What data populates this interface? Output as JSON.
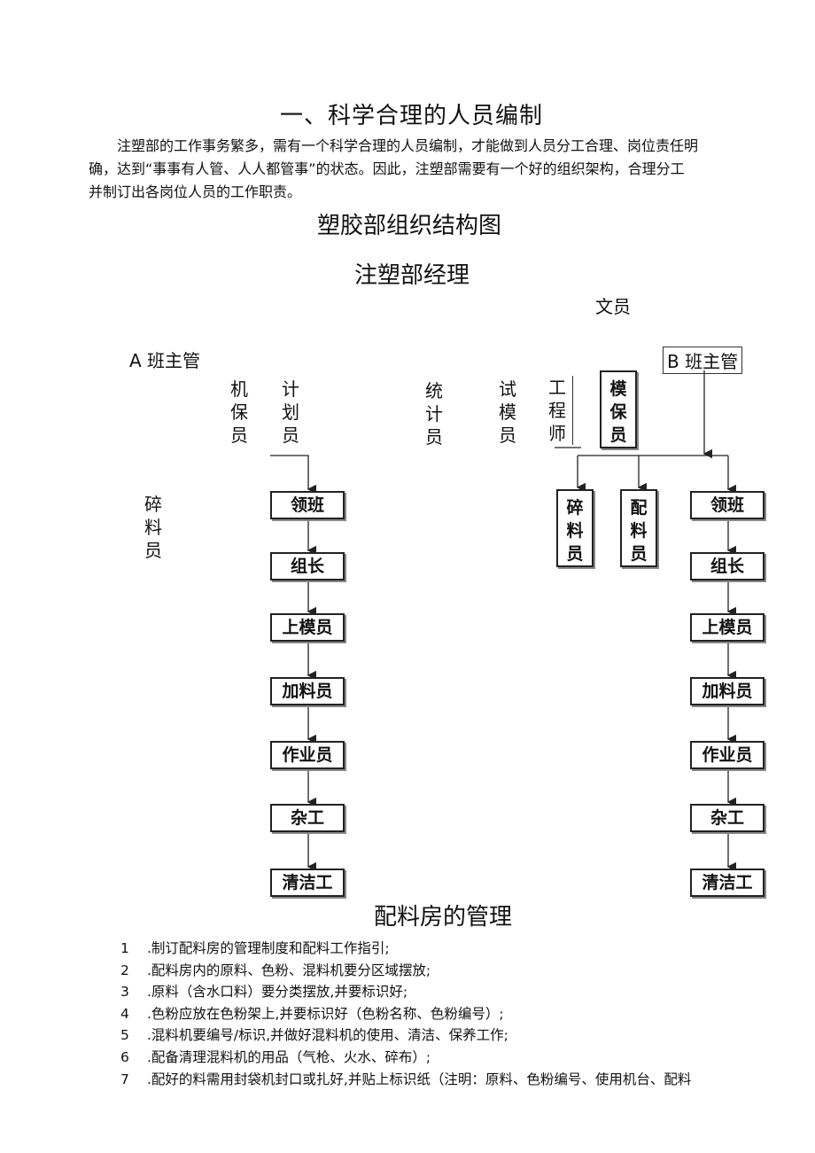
{
  "section_title": "一、科学合理的人员编制",
  "intro": [
    "注塑部的工作事务繁多，需有一个科学合理的人员编制，才能做到人员分工合理、岗位责任明",
    "确，达到“事事有人管、人人都管事”的状态。因此，注塑部需要有一个好的组织架构，合理分工",
    "并制订出各岗位人员的工作职责。"
  ],
  "chart_title": "塑胶部组织结构图",
  "manager": "注塑部经理",
  "clerk": "文员",
  "a_supervisor": "A 班主管",
  "b_supervisor": "B 班主管",
  "staff_vertical": {
    "machine_maint": [
      "机",
      "保",
      "员"
    ],
    "planner": [
      "计",
      "划",
      "员"
    ],
    "statistician": [
      "统",
      "计",
      "员"
    ],
    "trial_mold": [
      "试",
      "模",
      "员"
    ],
    "engineer": [
      "工",
      "程",
      "师"
    ],
    "mold_maint": [
      "模",
      "保",
      "员"
    ],
    "crusher_left": [
      "碎",
      "料",
      "员"
    ],
    "crusher_right": [
      "碎",
      "料",
      "员"
    ],
    "mixer_right": [
      "配",
      "料",
      "员"
    ]
  },
  "chain_a": [
    "领班",
    "组长",
    "上模员",
    "加料员",
    "作业员",
    "杂工",
    "清洁工"
  ],
  "chain_b": [
    "领班",
    "组长",
    "上模员",
    "加料员",
    "作业员",
    "杂工",
    "清洁工"
  ],
  "mixing_title": "配料房的管理",
  "mixing_rules": [
    {
      "num": "1",
      "text": ".制订配料房的管理制度和配料工作指引;"
    },
    {
      "num": "2",
      "text": ".配料房内的原料、色粉、混料机要分区域摆放;"
    },
    {
      "num": "3",
      "text": ".原料（含水口料）要分类摆放,并要标识好;"
    },
    {
      "num": "4",
      "text": ".色粉应放在色粉架上,并要标识好（色粉名称、色粉编号）;"
    },
    {
      "num": "5",
      "text": ".混料机要编号/标识,并做好混料机的使用、清洁、保养工作;"
    },
    {
      "num": "6",
      "text": ".配备清理混料机的用品（气枪、火水、碎布）;"
    },
    {
      "num": "7",
      "text": ".配好的料需用封袋机封口或扎好,并贴上标识纸（注明：原料、色粉编号、使用机台、配料"
    }
  ]
}
